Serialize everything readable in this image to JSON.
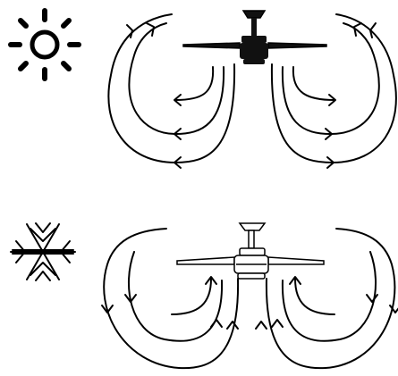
{
  "diagram": {
    "panels": [
      {
        "id": "summer",
        "mode_icon": "sun-icon",
        "airflow": "downward-outward",
        "fan_style": "dark"
      },
      {
        "id": "winter",
        "mode_icon": "snowflake-icon",
        "airflow": "upward-recirculating",
        "fan_style": "light"
      }
    ]
  },
  "colors": {
    "ink": "#000000",
    "background": "#ffffff",
    "fan_dark": "#111111",
    "fan_light": "#ffffff"
  }
}
